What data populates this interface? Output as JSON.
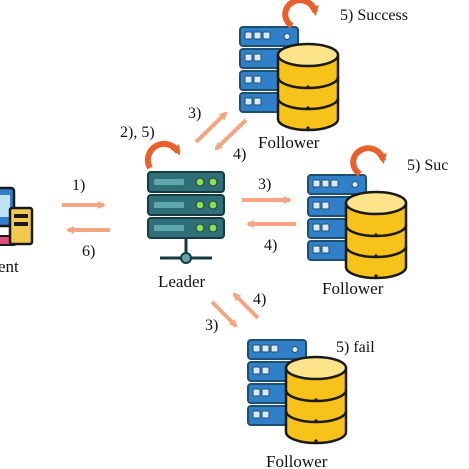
{
  "diagram": {
    "nodes": {
      "client": {
        "label": "ent"
      },
      "leader": {
        "label": "Leader",
        "self_step": "2), 5)"
      },
      "follower_top": {
        "label": "Follower",
        "result": "5) Success"
      },
      "follower_right": {
        "label": "Follower",
        "result": "5) Suc"
      },
      "follower_bottom": {
        "label": "Follower",
        "result": "5) fail"
      }
    },
    "edges": {
      "client_to_leader": "1)",
      "leader_to_client": "6)",
      "leader_to_top": "3)",
      "top_to_leader": "4)",
      "leader_to_right": "3)",
      "right_to_leader": "4)",
      "leader_to_bottom": "3)",
      "bottom_to_leader": "4)"
    },
    "colors": {
      "arrow": "#f4a582",
      "self_loop": "#e8602c",
      "server_blue": "#2f80c8",
      "server_dark": "#1f4f6e",
      "server_light": "#dbe9f6",
      "db_yellow": "#f7c21a",
      "db_light": "#fde38a",
      "leader_teal": "#2e6f78",
      "leader_teal_light": "#5fa7ac",
      "led_green": "#8fdc4f",
      "text": "#111111"
    }
  }
}
